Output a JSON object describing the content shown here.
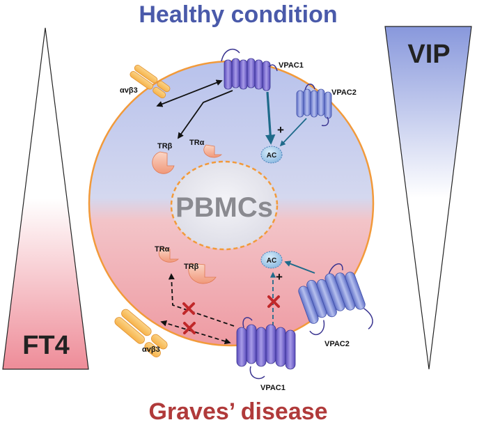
{
  "top_title": "Healthy condition",
  "bottom_title": "Graves’ disease",
  "center_label": "PBMCs",
  "left_triangle_label": "FT4",
  "right_triangle_label": "VIP",
  "top_half": {
    "receptor_vpac1": "VPAC1",
    "receptor_vpac2": "VPAC2",
    "integrin": "αvβ3",
    "tr_alpha": "TRα",
    "tr_beta": "TRβ",
    "ac": "AC",
    "plus_sign": "+"
  },
  "bottom_half": {
    "receptor_vpac1": "VPAC1",
    "receptor_vpac2": "VPAC2",
    "integrin": "αvβ3",
    "tr_alpha": "TRα",
    "tr_beta": "TRβ",
    "ac": "AC",
    "plus_sign": "+"
  },
  "colors": {
    "top_title": "#4a5aaa",
    "bottom_title": "#b03a3a",
    "cell_border": "#f29a3a",
    "receptor": "#6a5ec8",
    "arrow_teal": "#1e6a8a",
    "block_x": "#c0282a"
  }
}
